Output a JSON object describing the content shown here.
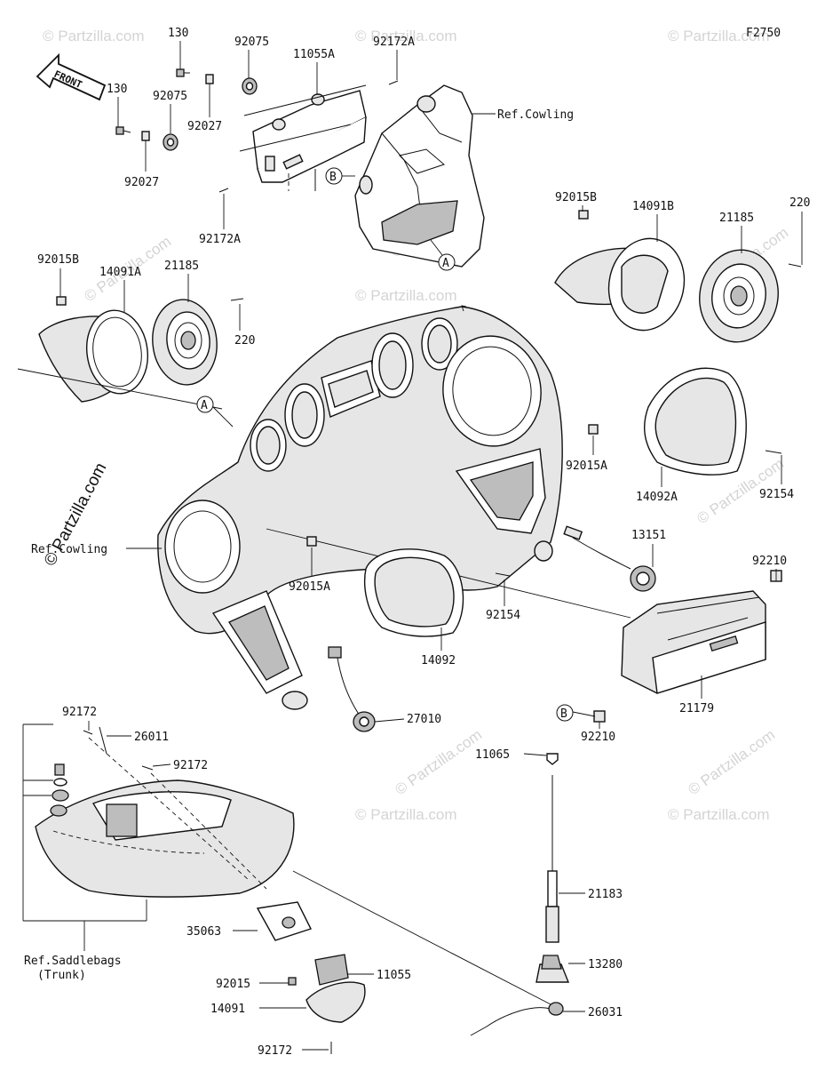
{
  "figure": {
    "code": "F2750",
    "front_label": "FRONT",
    "watermark": "© Partzilla.com"
  },
  "ref_labels": {
    "cowling_top": "Ref.Cowling",
    "cowling_left": "Ref.Cowling",
    "saddlebags_line1": "Ref.Saddlebags",
    "saddlebags_line2": "(Trunk)"
  },
  "callouts": {
    "a_top": "A",
    "a_left": "A",
    "b_top": "B",
    "b_bottom": "B"
  },
  "parts": [
    "130",
    "130",
    "92075",
    "92075",
    "92027",
    "92027",
    "11055A",
    "92172A",
    "92172A",
    "92015B",
    "14091A",
    "21185",
    "220",
    "92015B",
    "14091B",
    "21185",
    "220",
    "92015A",
    "14092A",
    "92154",
    "92015A",
    "14092",
    "92154",
    "13151",
    "92210",
    "21179",
    "92210",
    "27010",
    "92172",
    "26011",
    "92172",
    "11065",
    "21183",
    "13280",
    "26031",
    "35063",
    "92015",
    "11055",
    "14091",
    "92172"
  ]
}
